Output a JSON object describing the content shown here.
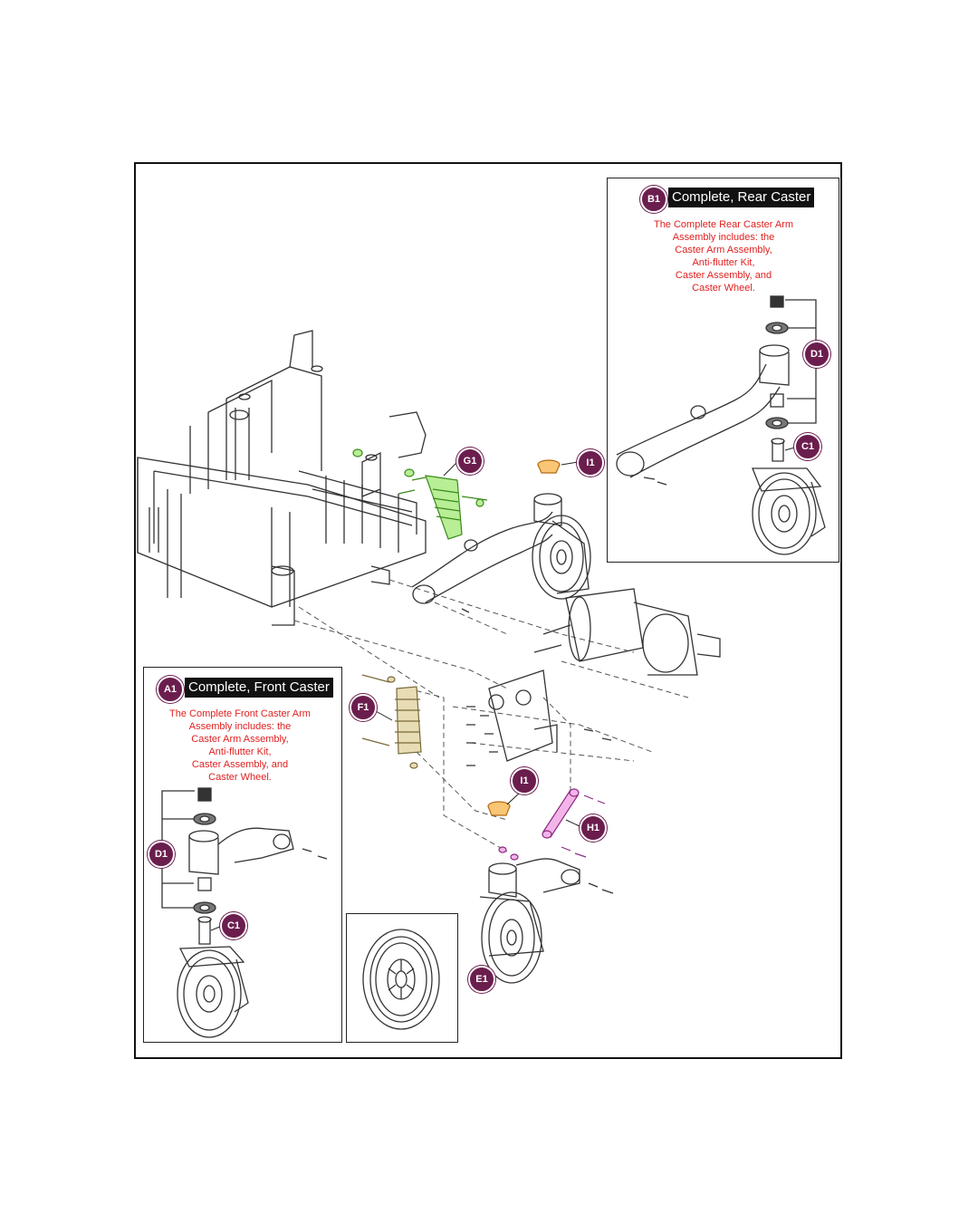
{
  "colors": {
    "badge": "#6b1e4e",
    "description_text": "#e02020",
    "shock_rear": "#7cd04a",
    "shock_front": "#c8b27a",
    "bushing": "#f5a640",
    "link_arm": "#d04fc0"
  },
  "panels": {
    "rear_caster": {
      "badge": "B1",
      "title": "Complete, Rear Caster",
      "description": [
        "The Complete Rear Caster Arm",
        "Assembly includes: the",
        "Caster Arm Assembly,",
        "Anti-flutter Kit,",
        "Caster Assembly, and",
        "Caster Wheel."
      ],
      "callouts": {
        "anti_flutter": "D1",
        "caster": "C1"
      }
    },
    "front_caster": {
      "badge": "A1",
      "title": "Complete, Front Caster",
      "description": [
        "The Complete Front Caster Arm",
        "Assembly includes: the",
        "Caster Arm Assembly,",
        "Anti-flutter Kit,",
        "Caster Assembly, and",
        "Caster Wheel."
      ],
      "callouts": {
        "anti_flutter": "D1",
        "caster": "C1"
      }
    },
    "wheel": {
      "callout": "E1"
    }
  },
  "main_callouts": {
    "rear_shock": "G1",
    "rear_bushing": "I1",
    "front_shock": "F1",
    "front_bushing": "I1",
    "link_arm": "H1"
  }
}
